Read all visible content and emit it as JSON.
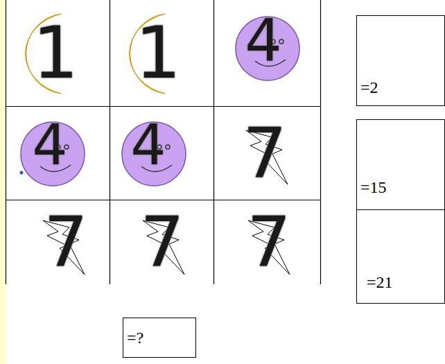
{
  "diagram": {
    "nodes": [
      {
        "text": [
          "=2"
        ]
      },
      {
        "text": [
          "=15"
        ]
      },
      {
        "text": [
          "=21"
        ]
      },
      {
        "text": [
          "=?"
        ]
      }
    ],
    "labels": [
      "1",
      "1",
      "4",
      "4",
      "4",
      "7",
      "7",
      "7",
      "7"
    ]
  }
}
